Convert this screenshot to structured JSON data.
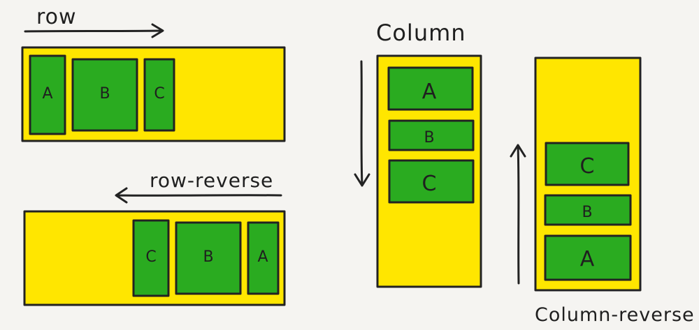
{
  "colors": {
    "container": "#ffe600",
    "item": "#2aab20",
    "stroke": "#222222",
    "background": "#f5f4f1"
  },
  "diagrams": {
    "row": {
      "label": "row",
      "items": [
        "A",
        "B",
        "C"
      ]
    },
    "row_reverse": {
      "label": "row-reverse",
      "items": [
        "C",
        "B",
        "A"
      ]
    },
    "column": {
      "label": "Column",
      "items": [
        "A",
        "B",
        "C"
      ]
    },
    "column_reverse": {
      "label": "Column-reverse",
      "items": [
        "C",
        "B",
        "A"
      ]
    }
  }
}
